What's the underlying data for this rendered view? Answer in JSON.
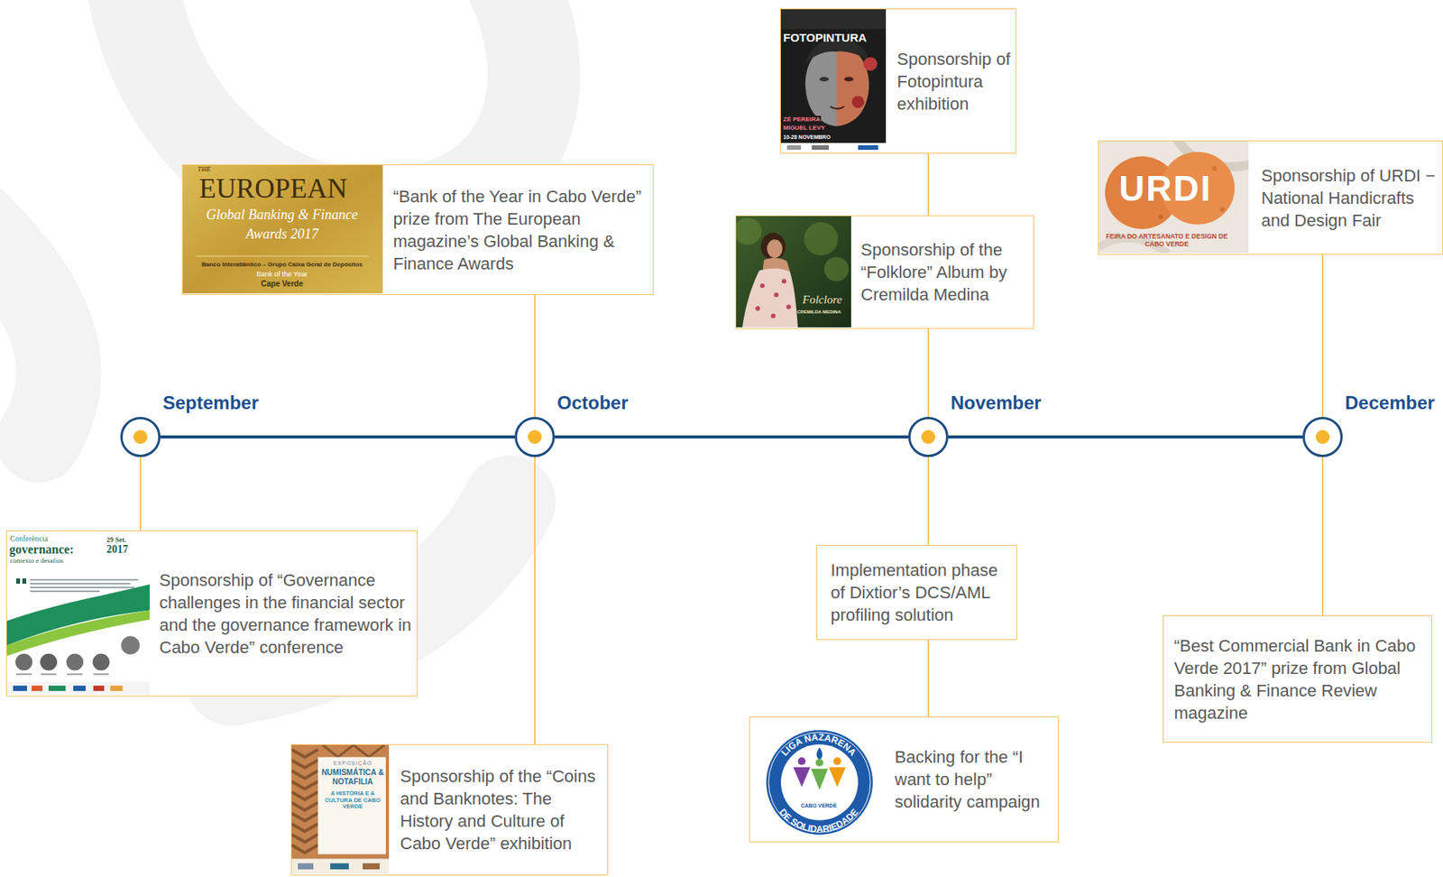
{
  "diagram": {
    "nodes": [
      {
        "text": [
          "September"
        ]
      },
      {
        "text": [
          "Sponsorship of “Governance challenges in the financial sector and the governance framework in Cabo Verde” conference"
        ]
      },
      {
        "text": [
          "October"
        ]
      },
      {
        "text": [
          "“Bank of the Year in Cabo Verde” prize from The European magazine’s Global Banking & Finance Awards"
        ]
      },
      {
        "text": [
          "Sponsorship of the “Coins and Banknotes: The History and Culture of Cabo Verde” exhibition"
        ]
      },
      {
        "text": [
          "November"
        ]
      },
      {
        "text": [
          "Sponsorship of Fotopintura exhibition"
        ]
      },
      {
        "text": [
          "Sponsorship of the “Folklore” Album by Cremilda Medina"
        ]
      },
      {
        "text": [
          "Implementation phase of Dixtior’s DCS/AML profiling solution"
        ]
      },
      {
        "text": [
          "Backing for the “I want to help” solidarity campaign"
        ]
      },
      {
        "text": [
          "December"
        ]
      },
      {
        "text": [
          "Sponsorship of URDI − National Handicrafts and Design Fair"
        ]
      },
      {
        "text": [
          "“Best Commercial Bank in Cabo Verde 2017” prize from Global Banking & Finance Review magazine"
        ]
      }
    ],
    "edges": [
      {
        "from": 0,
        "to": 2,
        "arrow": "none"
      },
      {
        "from": 2,
        "to": 5,
        "arrow": "none"
      },
      {
        "from": 5,
        "to": 10,
        "arrow": "none"
      },
      {
        "from": 0,
        "to": 1,
        "arrow": "none"
      },
      {
        "from": 2,
        "to": 3,
        "arrow": "none"
      },
      {
        "from": 2,
        "to": 4,
        "arrow": "none"
      },
      {
        "from": 6,
        "to": 7,
        "arrow": "none"
      },
      {
        "from": 7,
        "to": 5,
        "arrow": "none"
      },
      {
        "from": 5,
        "to": 8,
        "arrow": "none"
      },
      {
        "from": 8,
        "to": 9,
        "arrow": "none"
      },
      {
        "from": 10,
        "to": 11,
        "arrow": "none"
      },
      {
        "from": 10,
        "to": 12,
        "arrow": "none"
      }
    ],
    "labels": [
      "THE",
      "EUROPEAN",
      "Global Banking & Finance",
      "Awards 2017",
      "Banco Interatlântico – Grupo Caixa Geral de Depósitos",
      "Bank of the Year",
      "Cape Verde",
      "Conferência",
      "governance:",
      "contexto e desafios",
      "29 Set.",
      "2017",
      "EXPOSIÇÃO",
      "NUMISMÁTICA & NOTAFILIA",
      "A HISTÓRIA E A CULTURA DE CABO VERDE",
      "FOTOPINTURA",
      "ZÉ PEREIRA",
      "MIGUEL LEVY",
      "10-28 NOVEMBRO",
      "Folclore",
      "CREMILDA MEDINA",
      "LIGA NAZARENA",
      "DE SOLIDARIEDADE",
      "CABO VERDE",
      "URDI",
      "FEIRA DO ARTESANATO E DESIGN DE CABO VERDE"
    ]
  }
}
